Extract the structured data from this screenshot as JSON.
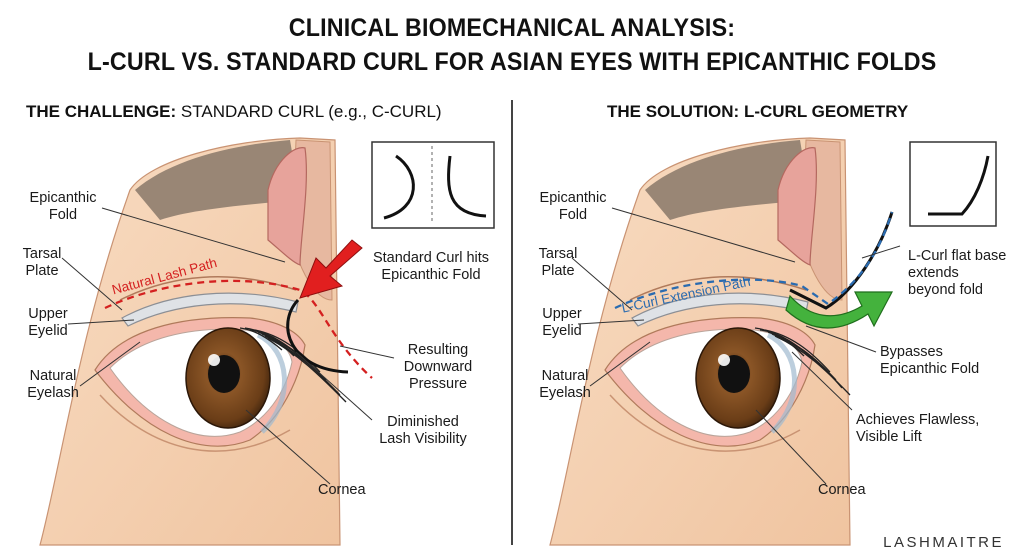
{
  "title": {
    "line1": "CLINICAL BIOMECHANICAL ANALYSIS:",
    "line2": "L-CURL VS. STANDARD CURL FOR ASIAN EYES WITH EPICANTHIC FOLDS"
  },
  "left_panel": {
    "heading_bold": "THE CHALLENGE:",
    "heading_rest": " STANDARD CURL (e.g., C-CURL)",
    "labels": {
      "epicanthic_fold": "Epicanthic\nFold",
      "tarsal_plate": "Tarsal\nPlate",
      "upper_eyelid": "Upper\nEyelid",
      "natural_eyelash": "Natural\nEyelash",
      "natural_lash_path": "Natural Lash Path",
      "standard_curl_hits": "Standard Curl hits\nEpicanthic Fold",
      "resulting_pressure": "Resulting\nDownward\nPressure",
      "diminished": "Diminished\nLash Visibility",
      "cornea": "Cornea"
    }
  },
  "right_panel": {
    "heading": "THE SOLUTION: L-CURL GEOMETRY",
    "labels": {
      "epicanthic_fold": "Epicanthic\nFold",
      "tarsal_plate": "Tarsal\nPlate",
      "upper_eyelid": "Upper\nEyelid",
      "natural_eyelash": "Natural\nEyelash",
      "extension_path": "L-Curl Extension Path",
      "flat_base": "L-Curl flat base\nextends\nbeyond fold",
      "bypasses": "Bypasses\nEpicanthic Fold",
      "achieves": "Achieves Flawless,\nVisible Lift",
      "cornea": "Cornea"
    }
  },
  "brand": "LASHMAITRE",
  "colors": {
    "skin": "#f5d2b3",
    "skin_shadow": "#e9b48f",
    "brow_shadow": "#8f7d6e",
    "iris": "#7a4a21",
    "pupil": "#111111",
    "sclera": "#ffffff",
    "red_path": "#d42020",
    "blue_path": "#2a6bb0",
    "green_arrow": "#3fae3a",
    "fold_pink": "#e7a39b",
    "lash": "#222222"
  }
}
